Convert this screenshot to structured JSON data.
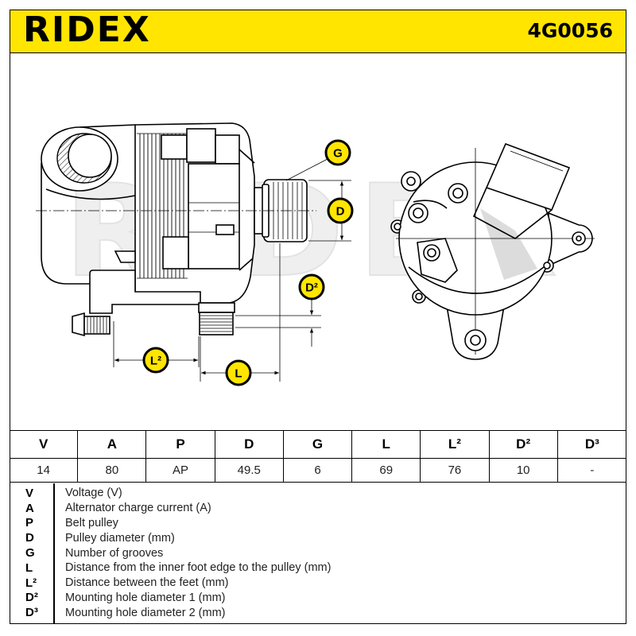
{
  "header": {
    "brand": "RIDEX",
    "part_number": "4G0056"
  },
  "colors": {
    "accent": "#ffe500",
    "ink": "#000000",
    "watermark": "#efefef"
  },
  "drawing": {
    "watermark": "RIDEX",
    "labels": {
      "g": "G",
      "d": "D",
      "d2": "D²",
      "l2": "L²",
      "l": "L"
    }
  },
  "specs": {
    "columns": [
      "V",
      "A",
      "P",
      "D",
      "G",
      "L",
      "L²",
      "D²",
      "D³"
    ],
    "values": [
      "14",
      "80",
      "AP",
      "49.5",
      "6",
      "69",
      "76",
      "10",
      "-"
    ]
  },
  "legend": [
    {
      "symbol": "V",
      "description": "Voltage (V)"
    },
    {
      "symbol": "A",
      "description": "Alternator charge current (A)"
    },
    {
      "symbol": "P",
      "description": "Belt pulley"
    },
    {
      "symbol": "D",
      "description": "Pulley diameter (mm)"
    },
    {
      "symbol": "G",
      "description": "Number of grooves"
    },
    {
      "symbol": "L",
      "description": "Distance from the inner foot edge to the pulley (mm)"
    },
    {
      "symbol": "L²",
      "description": "Distance between the feet (mm)"
    },
    {
      "symbol": "D²",
      "description": "Mounting hole diameter 1 (mm)"
    },
    {
      "symbol": "D³",
      "description": "Mounting hole diameter 2 (mm)"
    }
  ]
}
